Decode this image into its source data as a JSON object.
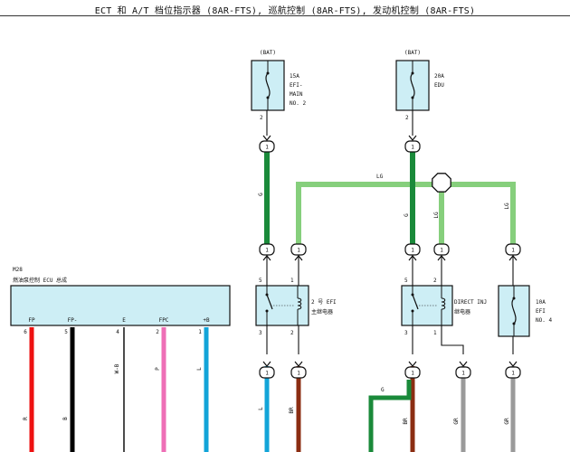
{
  "title": "ECT 和 A/T 档位指示器 (8AR-FTS), 巡航控制 (8AR-FTS), 发动机控制 (8AR-FTS)",
  "fuses": [
    {
      "id": "efi-main-2",
      "source": "(BAT)",
      "lines": [
        "15A",
        "EFI-",
        "MAIN",
        "NO. 2"
      ],
      "pin": "2"
    },
    {
      "id": "edu",
      "source": "(BAT)",
      "lines": [
        "20A",
        "EDU"
      ],
      "pin": "2"
    },
    {
      "id": "efi-4",
      "source": "",
      "lines": [
        "10A",
        "EFI",
        "NO. 4"
      ],
      "pin": ""
    }
  ],
  "relays": [
    {
      "id": "efi-relay-2",
      "name": "2 号 EFI",
      "sub": "主继电器",
      "pins": [
        "5",
        "1",
        "3",
        "2"
      ]
    },
    {
      "id": "direct-inj",
      "name": "DIRECT INJ",
      "sub": "继电器",
      "pins": [
        "5",
        "2",
        "3",
        "1"
      ]
    }
  ],
  "ecu": {
    "id": "M28",
    "name": "燃油泵控制 ECU 总成",
    "pins": [
      {
        "label": "FP",
        "num": "6"
      },
      {
        "label": "FP-",
        "num": "5"
      },
      {
        "label": "E",
        "num": "4"
      },
      {
        "label": "FPC",
        "num": "2"
      },
      {
        "label": "+B",
        "num": "1"
      }
    ]
  },
  "connectors": [
    "1"
  ],
  "wire_colors": {
    "G": "#1a8a3a",
    "LG": "#86cf7c",
    "L": "#12a4d8",
    "BR": "#8b2d12",
    "GR": "#9a9a9a",
    "R": "#ee1111",
    "B": "#000000",
    "W-B": "#444444",
    "P": "#ee6fb6"
  },
  "wire_labels": {
    "g": "G",
    "lg": "LG",
    "l": "L",
    "br": "BR",
    "gr": "GR",
    "r": "R",
    "b": "B",
    "wb": "W-B",
    "p": "P"
  },
  "colors": {
    "box_fill": "#cdeef5",
    "box_stroke": "#111111"
  }
}
